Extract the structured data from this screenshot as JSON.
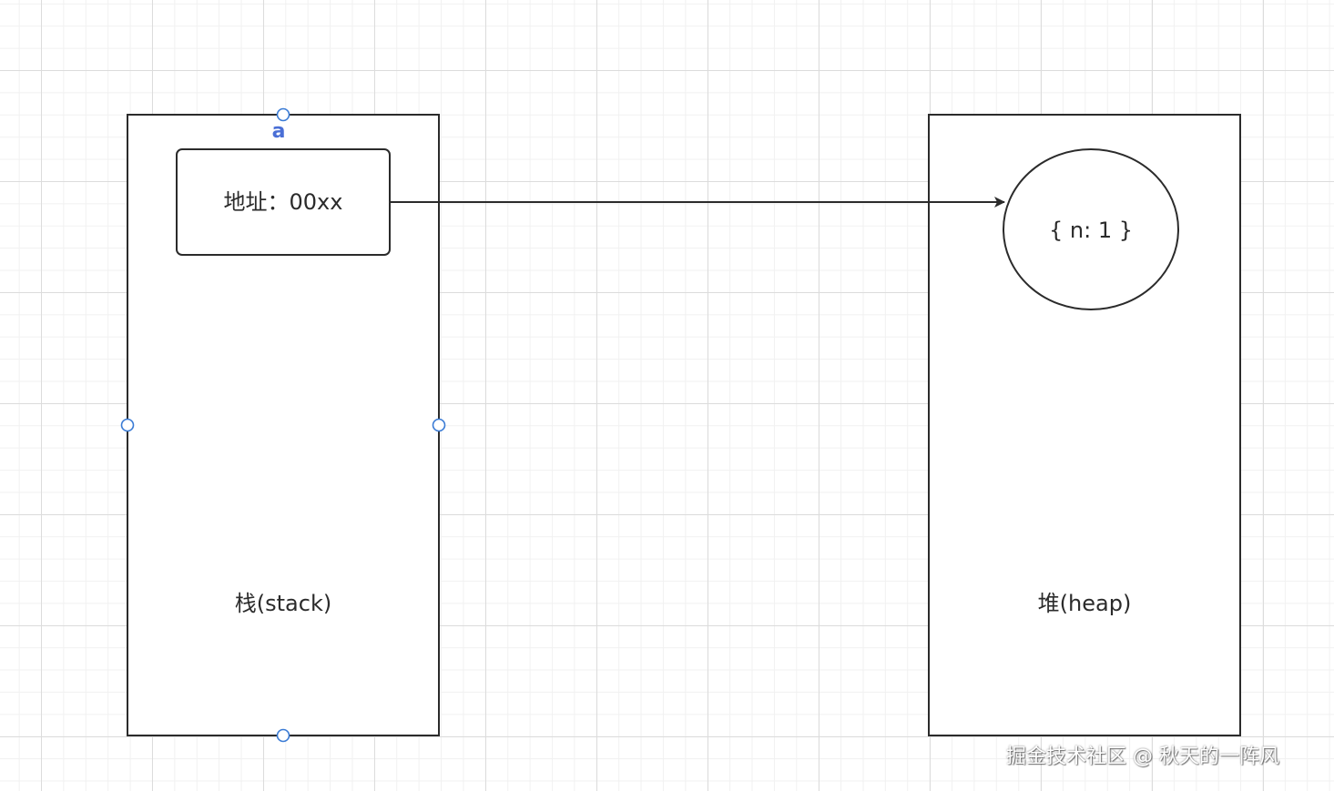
{
  "diagram": {
    "variable_name": "a",
    "stack": {
      "label": "栈(stack)",
      "address_box_text": "地址：00xx"
    },
    "heap": {
      "label": "堆(heap)",
      "object_text": "{ n: 1 }"
    }
  },
  "watermark": "掘金技术社区 @ 秋天的一阵风",
  "colors": {
    "stroke": "#2b2b2b",
    "handle": "#3a7bd5",
    "variable_label": "#4a6fd6"
  }
}
